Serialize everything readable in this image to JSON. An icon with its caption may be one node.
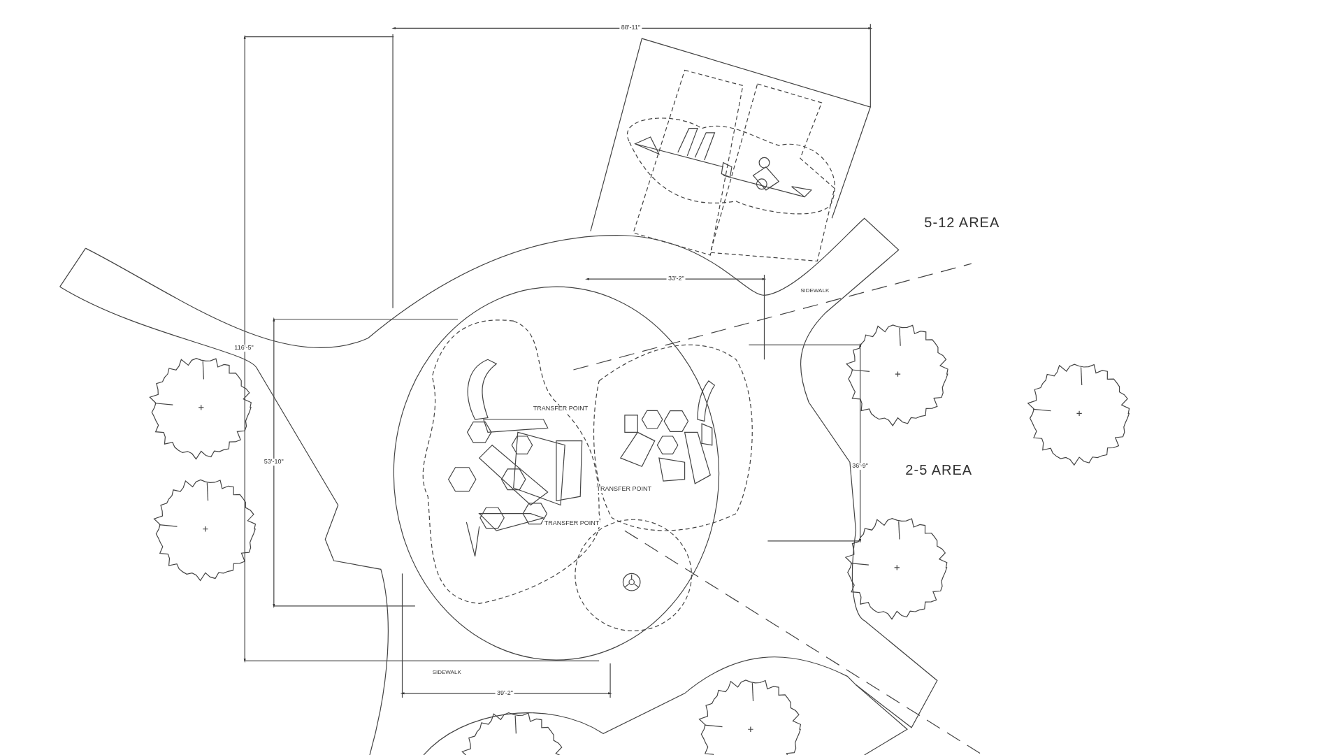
{
  "diagram": {
    "labels": [
      "88'-11\"",
      "5-12 AREA",
      "33'-2\"",
      "SIDEWALK",
      "116'-5\"",
      "53'-10\"",
      "TRANSFER POINT",
      "TRANSFER POINT",
      "36'-9\"",
      "2-5 AREA",
      "TRANSFER POINT",
      "SIDEWALK",
      "39'-2\""
    ]
  }
}
